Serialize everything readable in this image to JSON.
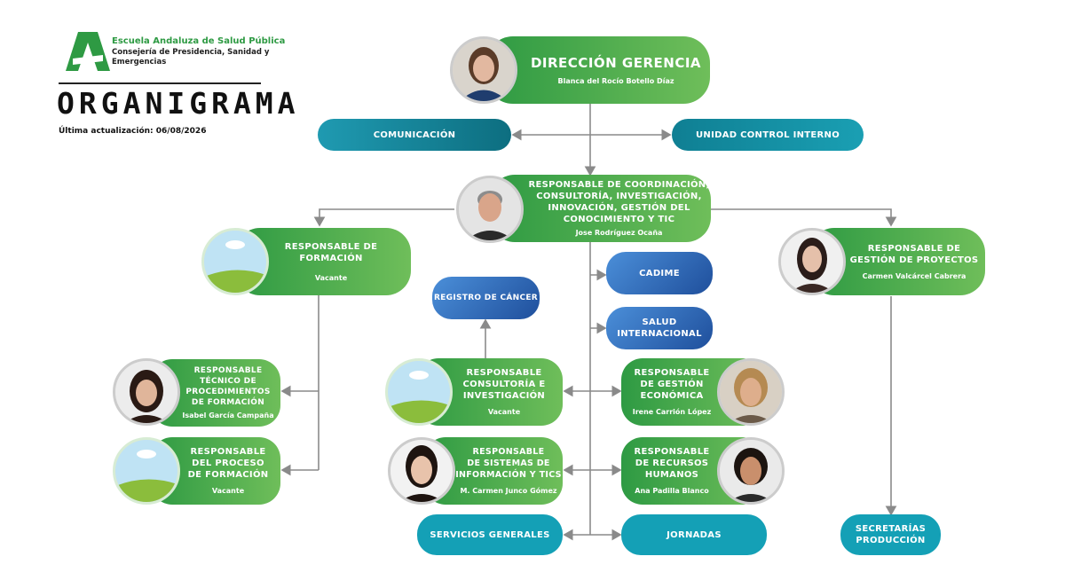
{
  "logo": {
    "org_name": "Escuela Andaluza de Salud Pública",
    "consejeria_line1": "Consejería de Presidencia, Sanidad y",
    "consejeria_line2": "Emergencias"
  },
  "title": "ORGANIGRAMA",
  "updated": "Última actualización: 06/08/2026",
  "direccion": {
    "title": "DIRECCIÓN GERENCIA",
    "name": "Blanca del Rocío Botello Díaz"
  },
  "comunicacion": "COMUNICACIÓN",
  "control_interno": "UNIDAD CONTROL INTERNO",
  "coordinacion": {
    "line1": "RESPONSABLE DE COORDINACIÓN,",
    "line2": "CONSULTORÍA, INVESTIGACIÓN,",
    "line3": "INNOVACIÓN, GESTIÓN DEL",
    "line4": "CONOCIMIENTO Y TIC",
    "name": "Jose Rodríguez Ocaña"
  },
  "formacion": {
    "line1": "RESPONSABLE DE",
    "line2": "FORMACIÓN",
    "name": "Vacante"
  },
  "proyectos": {
    "line1": "RESPONSABLE  DE",
    "line2": "GESTIÓN DE PROYECTOS",
    "name": "Carmen Valcárcel  Cabrera"
  },
  "cadime": "CADIME",
  "salud_internacional": {
    "line1": "SALUD",
    "line2": "INTERNACIONAL"
  },
  "registro_cancer": "REGISTRO DE CÁNCER",
  "tecnico_formacion": {
    "line1": "RESPONSABLE",
    "line2": "TÉCNICO DE",
    "line3": "PROCEDIMIENTOS",
    "line4": "DE FORMACIÓN",
    "name": "Isabel García Campaña"
  },
  "proceso_formacion": {
    "line1": "RESPONSABLE",
    "line2": "DEL PROCESO",
    "line3": "DE FORMACIÓN",
    "name": "Vacante"
  },
  "consultoria": {
    "line1": "RESPONSABLE",
    "line2": "CONSULTORÍA E",
    "line3": "INVESTIGACIÓN",
    "name": "Vacante"
  },
  "sistemas": {
    "line1": "RESPONSABLE",
    "line2": "DE SISTEMAS DE",
    "line3": "INFORMACIÓN Y TICS",
    "name": "M. Carmen Junco Gómez"
  },
  "economica": {
    "line1": "RESPONSABLE",
    "line2": "DE GESTIÓN",
    "line3": "ECONÓMICA",
    "name": "Irene Carrión López"
  },
  "rrhh": {
    "line1": "RESPONSABLE",
    "line2": "DE RECURSOS",
    "line3": "HUMANOS",
    "name": "Ana Padilla Blanco"
  },
  "servicios_generales": "SERVICIOS GENERALES",
  "jornadas": "JORNADAS",
  "secretarias": {
    "line1": "SECRETARÍAS",
    "line2": "PRODUCCIÓN"
  },
  "colors": {
    "green": "#2e9a43",
    "teal": "#14a0b6",
    "blue": "#1f4f9c",
    "connector": "#8a8a8a"
  }
}
